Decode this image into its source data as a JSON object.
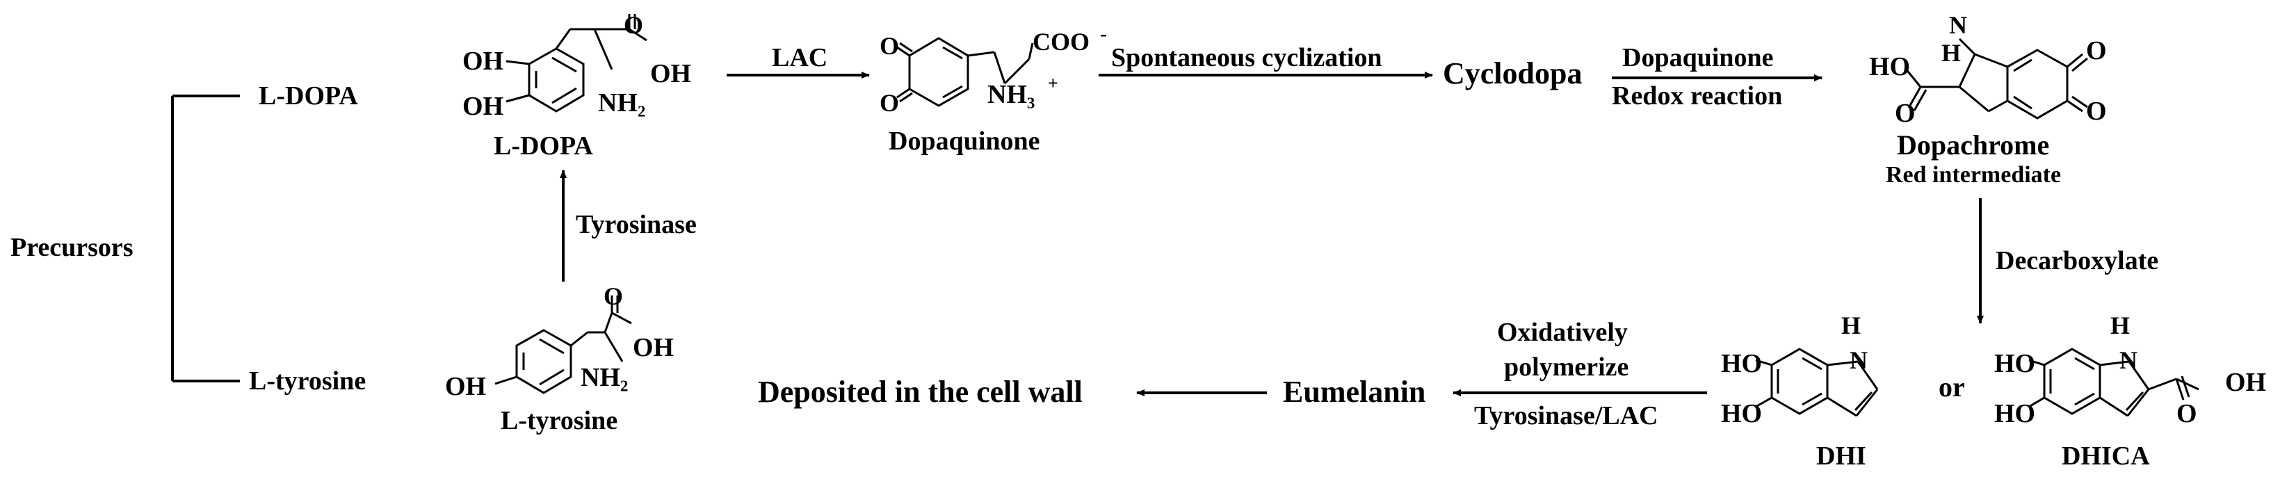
{
  "precursors": {
    "label": "Precursors",
    "branch_top": "L-DOPA",
    "branch_bottom": "L-tyrosine"
  },
  "structures": {
    "ldopa": {
      "name": "L-DOPA",
      "oh_top": "OH",
      "oh_bottom": "OH",
      "carbonyl_o": "O",
      "acid_oh": "OH",
      "amine": "NH₂"
    },
    "tyrosine": {
      "name": "L-tyrosine",
      "oh": "OH",
      "carbonyl_o": "O",
      "acid_oh": "OH",
      "amine": "NH₂"
    },
    "dopaquinone": {
      "name": "Dopaquinone",
      "o_top": "O",
      "o_bottom": "O",
      "carboxylate": "COO",
      "carboxylate_charge": "-",
      "ammonium": "NH₃",
      "ammonium_charge": "+"
    },
    "cyclodopa": {
      "name": "Cyclodopa"
    },
    "dopachrome": {
      "name": "Dopachrome",
      "subtitle": "Red intermediate",
      "nh": "N",
      "h": "H",
      "ho": "HO",
      "o_top": "O",
      "o_bottom": "O",
      "o_acid": "O"
    },
    "dhi": {
      "name": "DHI",
      "h": "H",
      "n": "N",
      "ho_top": "HO",
      "ho_bottom": "HO"
    },
    "or_text": "or",
    "dhica": {
      "name": "DHICA",
      "h": "H",
      "n": "N",
      "ho_top": "HO",
      "ho_bottom": "HO",
      "oh": "OH",
      "o": "O"
    }
  },
  "arrows": {
    "tyrosinase": "Tyrosinase",
    "lac": "LAC",
    "spontaneous": "Spontaneous cyclization",
    "redox_top": "Dopaquinone",
    "redox_bottom": "Redox reaction",
    "decarboxylate": "Decarboxylate",
    "polymerize_line1": "Oxidatively",
    "polymerize_line2": "polymerize",
    "polymerize_enzyme": "Tyrosinase/LAC"
  },
  "products": {
    "eumelanin": "Eumelanin",
    "deposited": "Deposited in the cell wall"
  }
}
